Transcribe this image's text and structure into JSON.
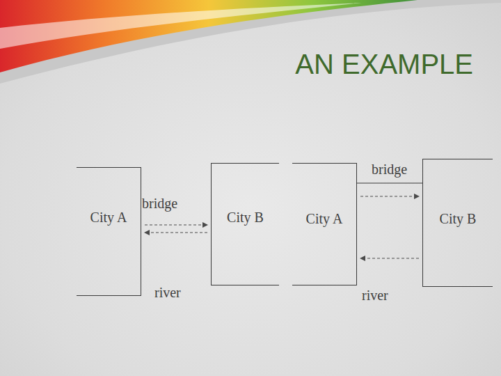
{
  "diagram": {
    "title": "AN EXAMPLE",
    "nodes": [
      {
        "text": [
          "City A"
        ]
      },
      {
        "text": [
          "City B"
        ]
      },
      {
        "text": [
          "City A"
        ]
      },
      {
        "text": [
          "City B"
        ]
      }
    ],
    "edges": [
      {
        "from": 0,
        "to": 1,
        "arrow": "to"
      },
      {
        "from": 1,
        "to": 0,
        "arrow": "to"
      },
      {
        "from": 2,
        "to": 3,
        "arrow": "none",
        "label": "bridge"
      },
      {
        "from": 2,
        "to": 3,
        "arrow": "to"
      },
      {
        "from": 3,
        "to": 2,
        "arrow": "to"
      }
    ],
    "labels": [
      "bridge",
      "river",
      "river"
    ]
  }
}
